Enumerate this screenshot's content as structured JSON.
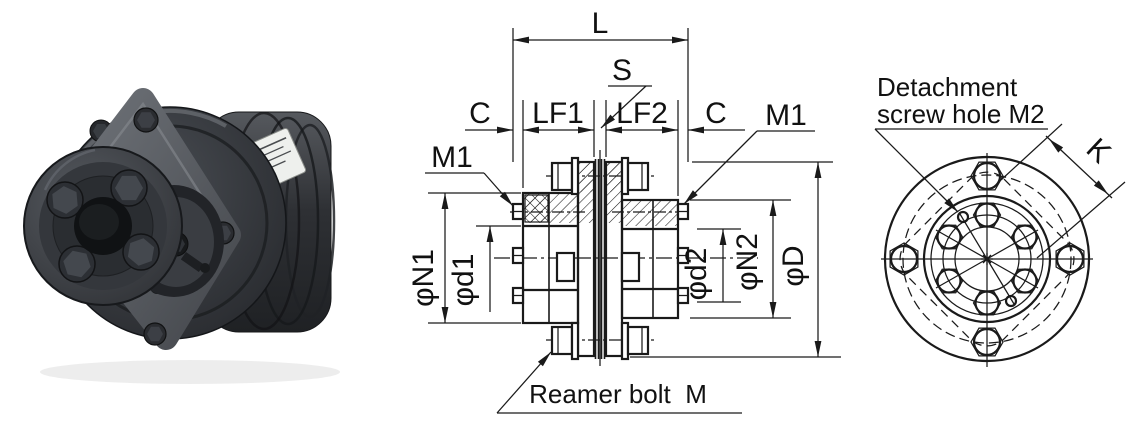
{
  "page": {
    "background": "#ffffff"
  },
  "drawing": {
    "line_color": "#1a1a1a",
    "text_color": "#111111"
  },
  "photo": {
    "body_color": "#3a3d42",
    "label_color": "#eef0ed"
  },
  "cross_section": {
    "dim_overall_length": "L",
    "dim_disc_space": "S",
    "dim_clearance_left": "C",
    "dim_hub1_flange_length": "LF1",
    "dim_hub2_flange_length": "LF2",
    "dim_clearance_right": "C",
    "label_set_screw_left": "M1",
    "label_set_screw_right": "M1",
    "dim_hub1_outer_diameter": "φN1",
    "dim_bore1_diameter": "φd1",
    "dim_bore2_diameter": "φd2",
    "dim_hub2_outer_diameter": "φN2",
    "dim_outer_diameter": "φD",
    "label_reamer_bolt": "Reamer bolt  M"
  },
  "front_view": {
    "label_detachment_line1": "Detachment",
    "label_detachment_line2": "screw hole M2",
    "dim_bolt_extraction_clearance": "K"
  }
}
